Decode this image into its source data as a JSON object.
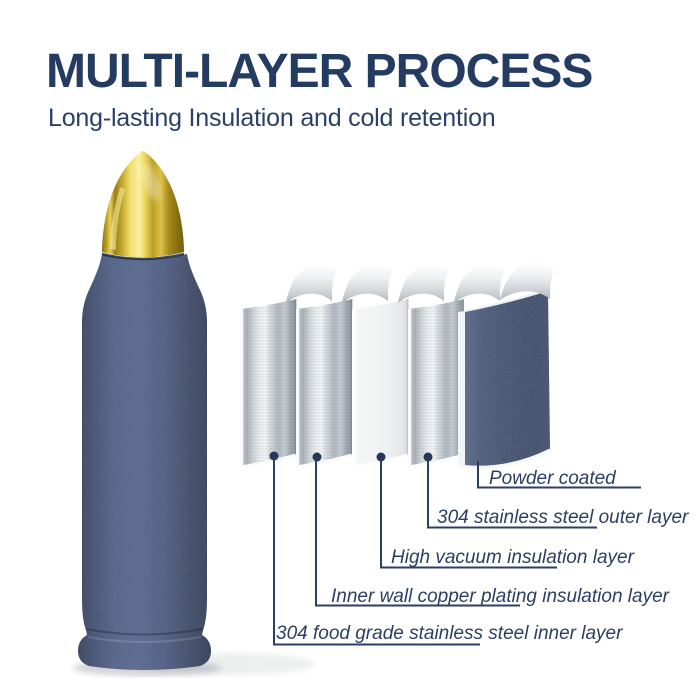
{
  "header": {
    "title": "MULTI-LAYER PROCESS",
    "subtitle": "Long-lasting Insulation and cold retention"
  },
  "product": {
    "name": "Bullet-shaped insulated thermos bottle",
    "cap_color": "#d9ba3e",
    "body_color": "#3e4b6d"
  },
  "layers": {
    "items": [
      {
        "label": "Powder coated",
        "material_color": "#31405f"
      },
      {
        "label": "304 stainless steel outer layer",
        "material_color": "#c3c9ce"
      },
      {
        "label": "High vacuum insulation layer",
        "material_color": "#f1f2f3"
      },
      {
        "label": "Inner wall copper plating insulation layer",
        "material_color": "#c3c9ce"
      },
      {
        "label": "304 food grade stainless steel inner layer",
        "material_color": "#c3c9ce"
      }
    ]
  },
  "colors": {
    "title_text": "#243c61",
    "subtitle_text": "#2a4166",
    "label_text": "#2c3e63",
    "connector_line": "#2c3e63",
    "callout_dot": "#253757",
    "background": "#ffffff"
  }
}
